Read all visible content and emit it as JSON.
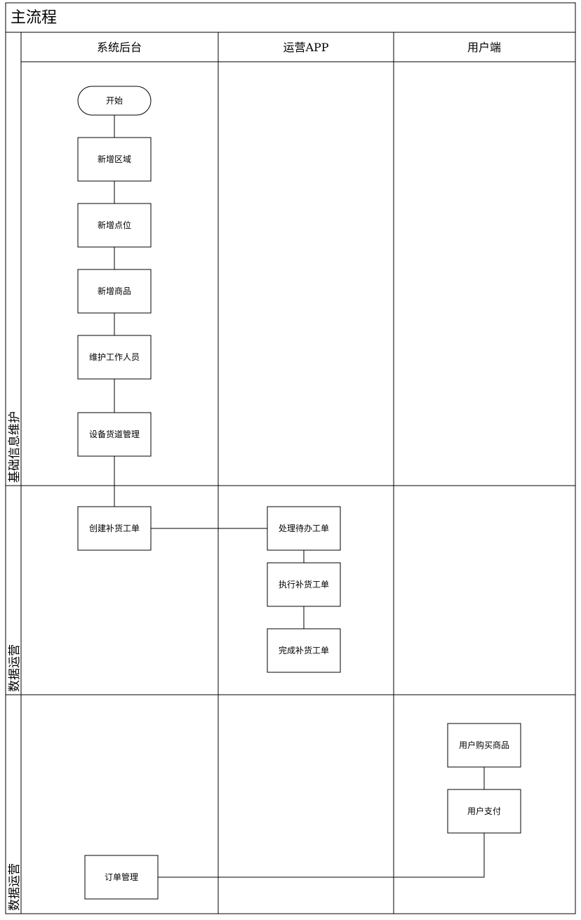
{
  "diagram": {
    "title": "主流程",
    "lanes": [
      "系统后台",
      "运营APP",
      "用户端"
    ],
    "stages": [
      "基础信息维护",
      "数据运营",
      "数据运营"
    ],
    "nodes": {
      "start": "开始",
      "add_area": "新增区域",
      "add_point": "新增点位",
      "add_product": "新增商品",
      "maintain_staff": "维护工作人员",
      "device_channel": "设备货道管理",
      "create_order": "创建补货工单",
      "handle_pending": "处理待办工单",
      "execute_order": "执行补货工单",
      "complete_order": "完成补货工单",
      "user_buy": "用户购买商品",
      "user_pay": "用户支付",
      "order_manage": "订单管理"
    }
  }
}
